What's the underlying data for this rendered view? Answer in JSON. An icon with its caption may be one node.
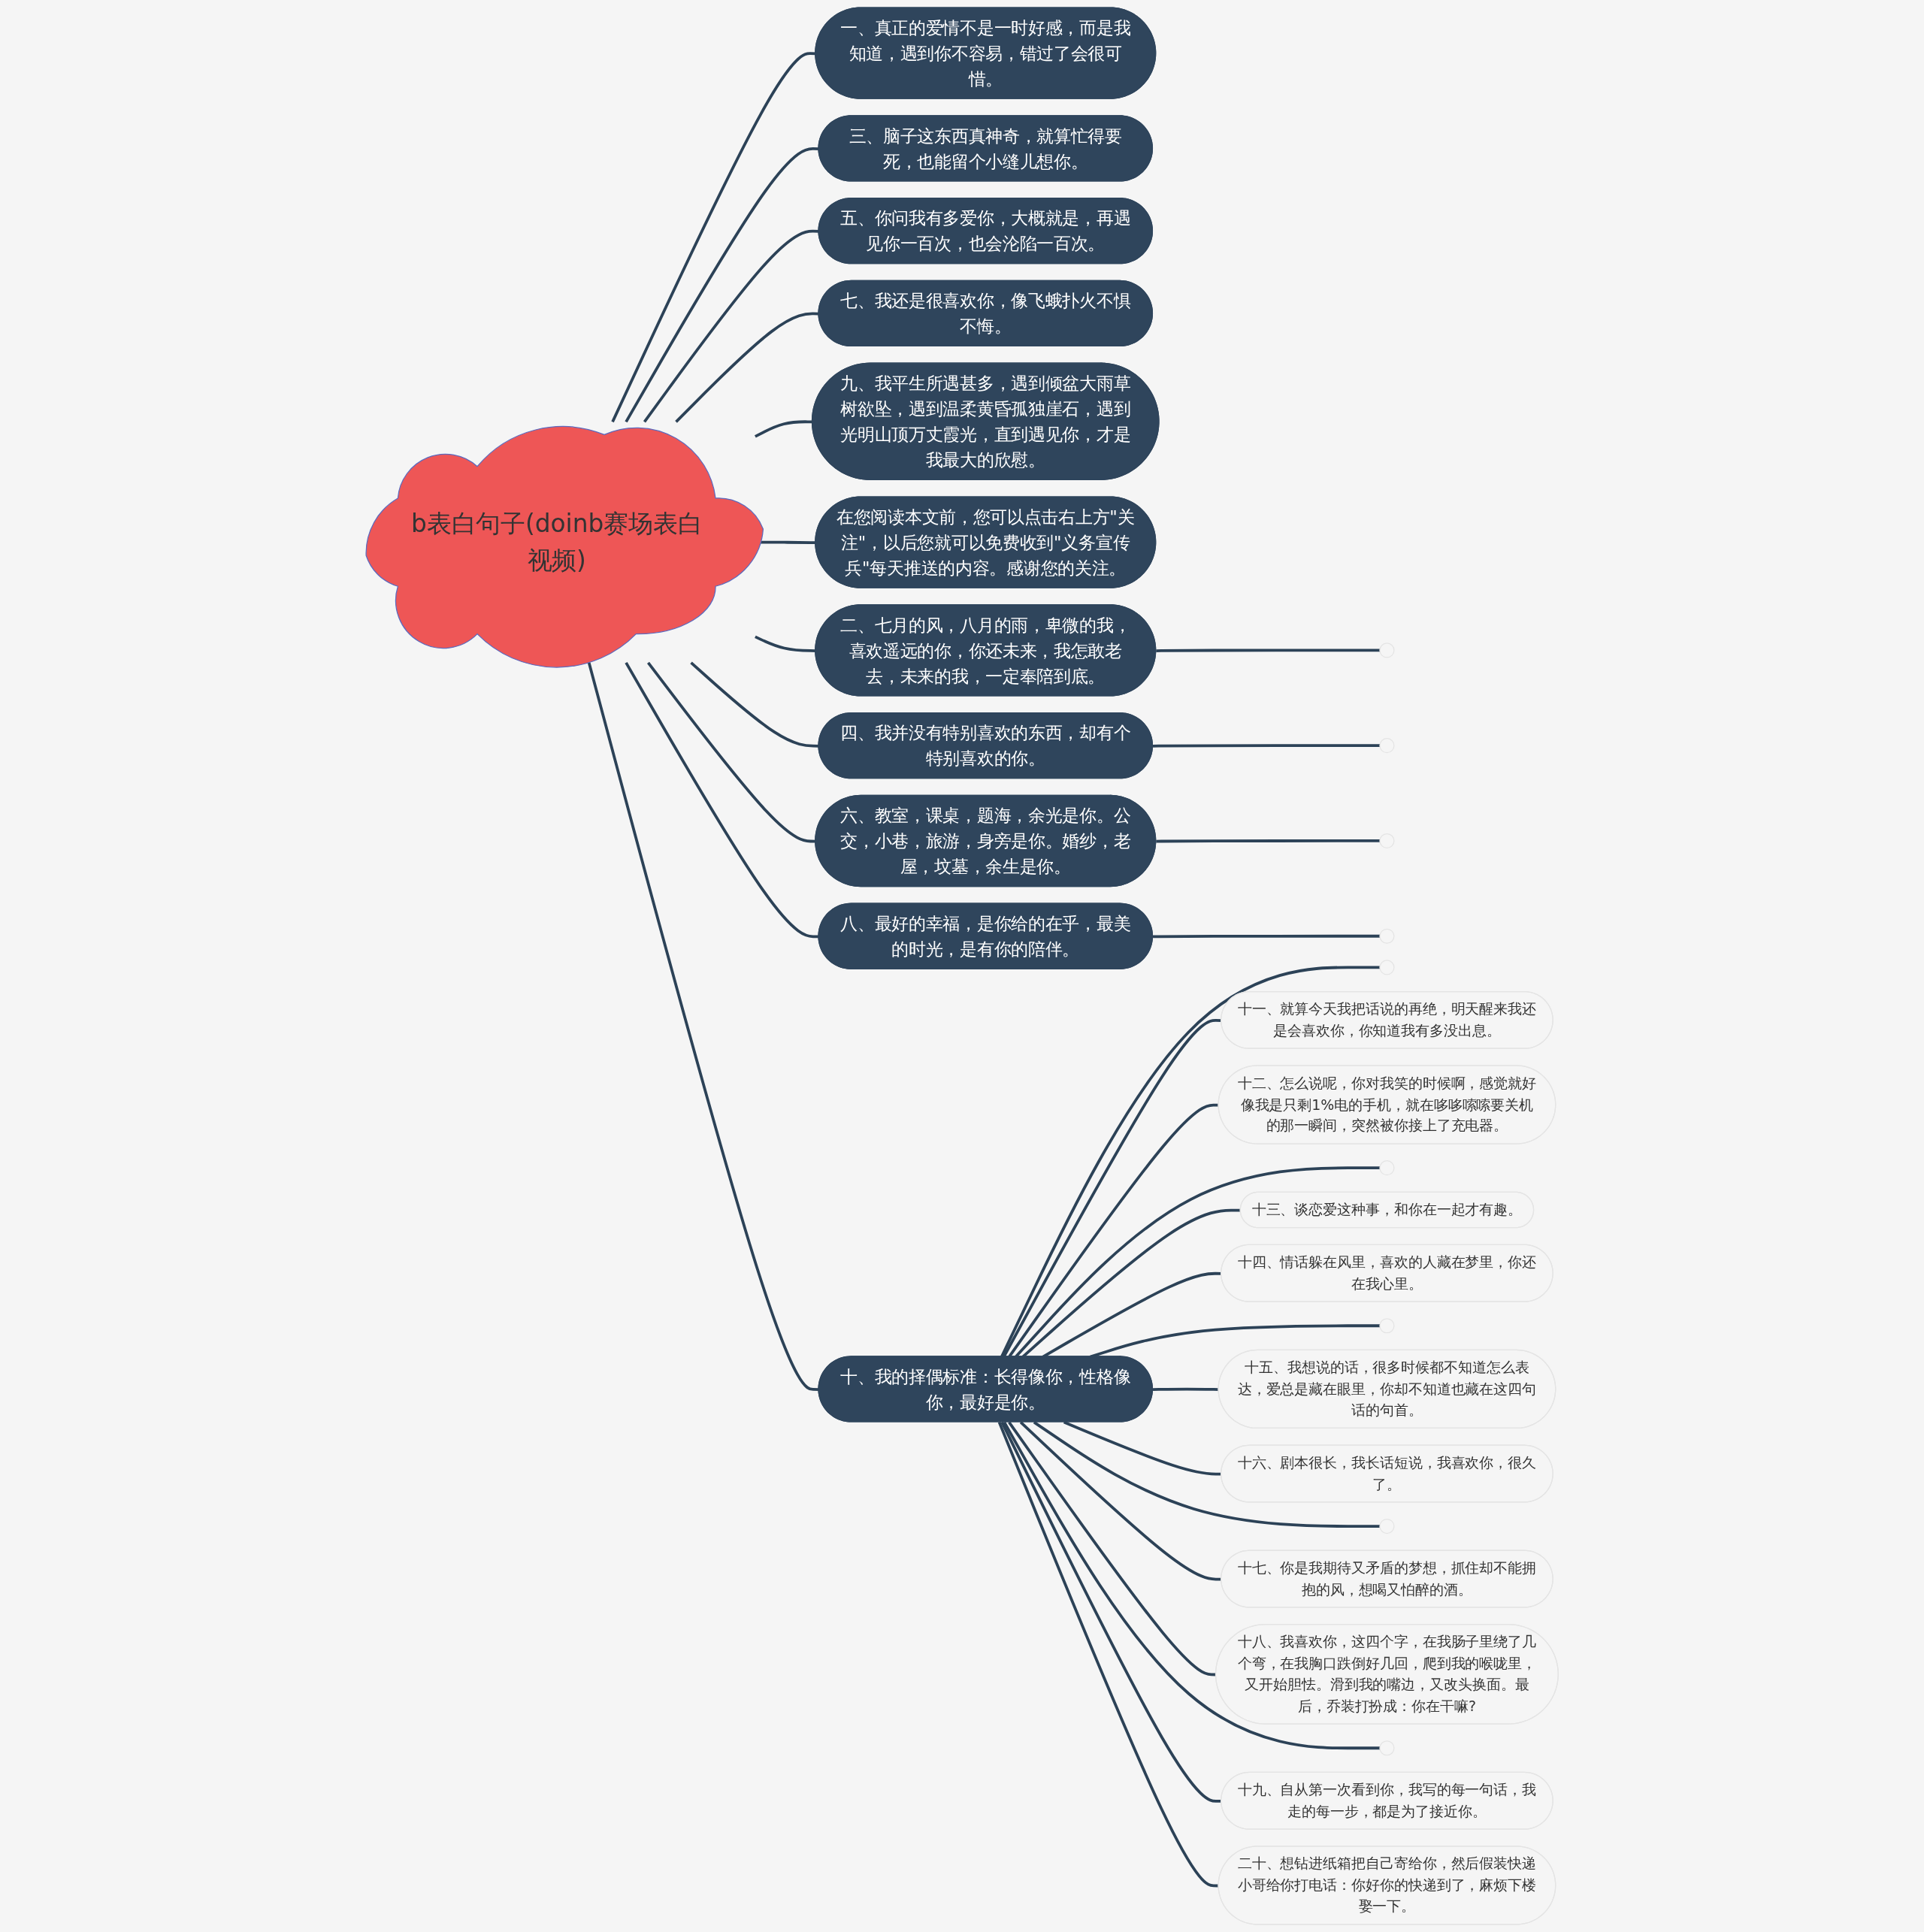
{
  "diagram": {
    "nodes": [
      {
        "text": [
          "b表白句子(doinb赛场表白视频)"
        ]
      },
      {
        "text": [
          "一、真正的爱情不是一时好感，而是我知道，遇到你不容易，错过了会很可惜。"
        ]
      },
      {
        "text": [
          "三、脑子这东西真神奇，就算忙得要死，也能留个小缝儿想你。"
        ]
      },
      {
        "text": [
          "五、你问我有多爱你，大概就是，再遇见你一百次，也会沦陷一百次。"
        ]
      },
      {
        "text": [
          "七、我还是很喜欢你，像飞蛾扑火不惧不悔。"
        ]
      },
      {
        "text": [
          "九、我平生所遇甚多，遇到倾盆大雨草树欲坠，遇到温柔黄昏孤独崖石，遇到光明山顶万丈霞光，直到遇见你，才是我最大的欣慰。"
        ]
      },
      {
        "text": [
          "在您阅读本文前，您可以点击右上方\"关注\"，以后您就可以免费收到\"义务宣传兵\"每天推送的内容。感谢您的关注。"
        ]
      },
      {
        "text": [
          "二、七月的风，八月的雨，卑微的我，喜欢遥远的你，你还未来，我怎敢老去，未来的我，一定奉陪到底。"
        ]
      },
      {
        "text": [],
        "shape": "circle"
      },
      {
        "text": [
          "四、我并没有特别喜欢的东西，却有个特别喜欢的你。"
        ]
      },
      {
        "text": [],
        "shape": "circle"
      },
      {
        "text": [
          "六、教室，课桌，题海，余光是你。公交，小巷，旅游，身旁是你。婚纱，老屋，坟墓，余生是你。"
        ]
      },
      {
        "text": [],
        "shape": "circle"
      },
      {
        "text": [
          "八、最好的幸福，是你给的在乎，最美的时光，是有你的陪伴。"
        ]
      },
      {
        "text": [],
        "shape": "circle"
      },
      {
        "text": [
          "十、我的择偶标准：长得像你，性格像你，最好是你。"
        ]
      },
      {
        "text": [],
        "shape": "circle"
      },
      {
        "text": [
          "十一、就算今天我把话说的再绝，明天醒来我还是会喜欢你，你知道我有多没出息。"
        ]
      },
      {
        "text": [
          "十二、怎么说呢，你对我笑的时候啊，感觉就好像我是只剩1%电的手机，就在哆哆嗦嗦要关机的那一瞬间，突然被你接上了充电器。"
        ]
      },
      {
        "text": [],
        "shape": "circle"
      },
      {
        "text": [
          "十三、谈恋爱这种事，和你在一起才有趣。"
        ]
      },
      {
        "text": [
          "十四、情话躲在风里，喜欢的人藏在梦里，你还在我心里。"
        ]
      },
      {
        "text": [],
        "shape": "circle"
      },
      {
        "text": [
          "十五、我想说的话，很多时候都不知道怎么表达，爱总是藏在眼里，你却不知道也藏在这四句话的句首。"
        ]
      },
      {
        "text": [
          "十六、剧本很长，我长话短说，我喜欢你，很久了。"
        ]
      },
      {
        "text": [],
        "shape": "circle"
      },
      {
        "text": [
          "十七、你是我期待又矛盾的梦想，抓住却不能拥抱的风，想喝又怕醉的酒。"
        ]
      },
      {
        "text": [
          "十八、我喜欢你，这四个字，在我肠子里绕了几个弯，在我胸口跌倒好几回，爬到我的喉咙里，又开始胆怯。滑到我的嘴边，又改头换面。最后，乔装打扮成：你在干嘛?"
        ]
      },
      {
        "text": [],
        "shape": "circle"
      },
      {
        "text": [
          "十九、自从第一次看到你，我写的每一句话，我走的每一步，都是为了接近你。"
        ]
      },
      {
        "text": [
          "二十、想钻进纸箱把自己寄给你，然后假装快递小哥给你打电话：你好你的快递到了，麻烦下楼娶一下。"
        ]
      }
    ],
    "edges": [
      {
        "from": 0,
        "to": 1,
        "arrow": "none"
      },
      {
        "from": 0,
        "to": 2,
        "arrow": "none"
      },
      {
        "from": 0,
        "to": 3,
        "arrow": "none"
      },
      {
        "from": 0,
        "to": 4,
        "arrow": "none"
      },
      {
        "from": 0,
        "to": 5,
        "arrow": "none"
      },
      {
        "from": 0,
        "to": 6,
        "arrow": "none"
      },
      {
        "from": 0,
        "to": 7,
        "arrow": "none"
      },
      {
        "from": 7,
        "to": 8,
        "arrow": "none"
      },
      {
        "from": 0,
        "to": 9,
        "arrow": "none"
      },
      {
        "from": 9,
        "to": 10,
        "arrow": "none"
      },
      {
        "from": 0,
        "to": 11,
        "arrow": "none"
      },
      {
        "from": 11,
        "to": 12,
        "arrow": "none"
      },
      {
        "from": 0,
        "to": 13,
        "arrow": "none"
      },
      {
        "from": 13,
        "to": 14,
        "arrow": "none"
      },
      {
        "from": 0,
        "to": 15,
        "arrow": "none"
      },
      {
        "from": 15,
        "to": 16,
        "arrow": "none"
      },
      {
        "from": 15,
        "to": 17,
        "arrow": "none"
      },
      {
        "from": 15,
        "to": 18,
        "arrow": "none"
      },
      {
        "from": 15,
        "to": 19,
        "arrow": "none"
      },
      {
        "from": 15,
        "to": 20,
        "arrow": "none"
      },
      {
        "from": 15,
        "to": 21,
        "arrow": "none"
      },
      {
        "from": 15,
        "to": 22,
        "arrow": "none"
      },
      {
        "from": 15,
        "to": 23,
        "arrow": "none"
      },
      {
        "from": 15,
        "to": 24,
        "arrow": "none"
      },
      {
        "from": 15,
        "to": 25,
        "arrow": "none"
      },
      {
        "from": 15,
        "to": 26,
        "arrow": "none"
      },
      {
        "from": 15,
        "to": 27,
        "arrow": "none"
      },
      {
        "from": 15,
        "to": 28,
        "arrow": "none"
      },
      {
        "from": 15,
        "to": 29,
        "arrow": "none"
      },
      {
        "from": 15,
        "to": 30,
        "arrow": "none"
      }
    ]
  }
}
